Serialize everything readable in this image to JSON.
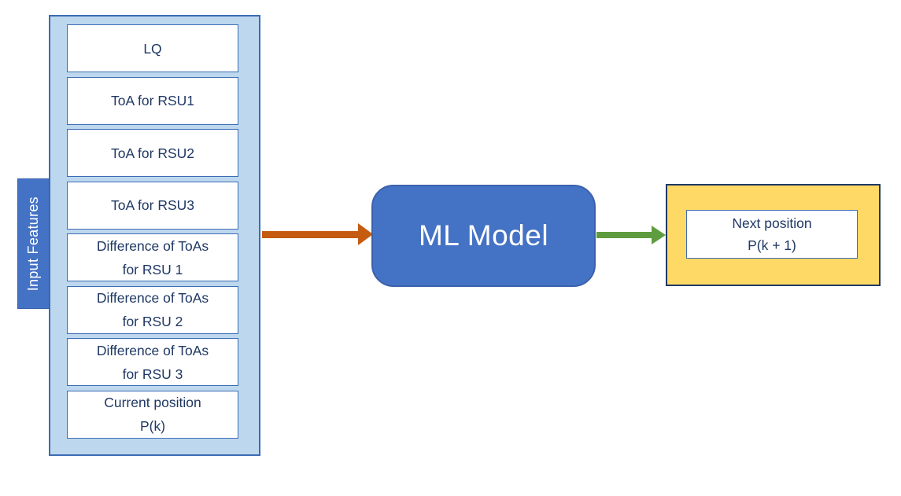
{
  "diagram": {
    "input_panel": {
      "label": "Input Features",
      "features": [
        {
          "lines": [
            "LQ"
          ]
        },
        {
          "lines": [
            "ToA for RSU1"
          ]
        },
        {
          "lines": [
            "ToA for RSU2"
          ]
        },
        {
          "lines": [
            "ToA for RSU3"
          ]
        },
        {
          "lines": [
            "Difference of ToAs",
            "for RSU 1"
          ]
        },
        {
          "lines": [
            "Difference of ToAs",
            "for RSU 2"
          ]
        },
        {
          "lines": [
            "Difference of ToAs",
            "for RSU 3"
          ]
        },
        {
          "lines": [
            "Current position",
            "P(k)"
          ]
        }
      ]
    },
    "model": {
      "label": "ML Model"
    },
    "output": {
      "lines": [
        "Next position",
        "P(k + 1)"
      ]
    },
    "colors": {
      "panel_fill": "#BDD7EE",
      "panel_border": "#3B6CB4",
      "box_border": "#3B6CB4",
      "text_navy": "#1F3864",
      "accent_blue": "#4472C4",
      "accent_blue_border": "#3A62AC",
      "arrow_orange": "#C55A11",
      "arrow_green": "#5F9C3F",
      "output_fill": "#FFD966",
      "output_border": "#1F3864"
    }
  }
}
